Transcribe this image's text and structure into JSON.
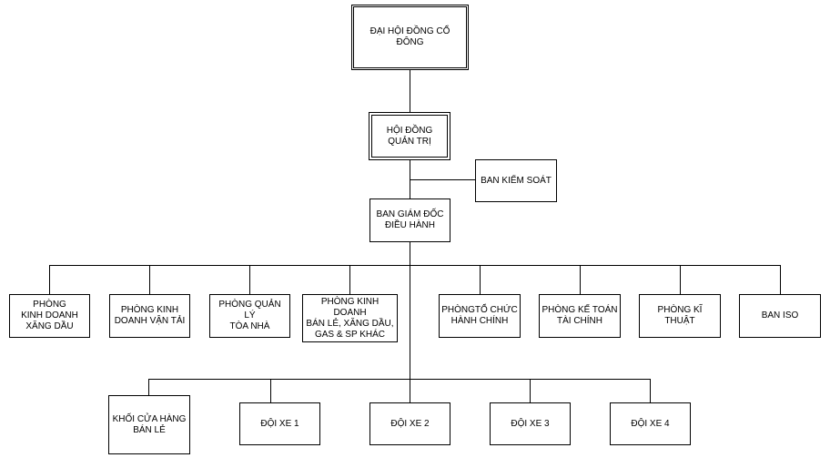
{
  "colors": {
    "line": "#000000",
    "box_border": "#000000",
    "background": "#ffffff"
  },
  "org": {
    "shareholders": "ĐẠI HỘI ĐỒNG CỔ ĐÔNG",
    "board": "HỘI ĐỒNG\nQUẢN TRỊ",
    "supervisory": "BAN KIỂM SOÁT",
    "executive": "BAN GIÁM ĐỐC\nĐIỀU HÀNH",
    "departments": [
      "PHÒNG\nKINH DOANH\nXĂNG DẦU",
      "PHÒNG KINH\nDOANH VẬN TẢI",
      "PHÒNG QUẢN LÝ\nTÒA NHÀ",
      "PHÒNG KINH DOANH\nBÁN LẺ, XĂNG DẦU,\nGAS & SP KHÁC",
      "PHÒNGTỔ CHỨC\nHÀNH CHÍNH",
      "PHÒNG KẾ TOÁN\nTÀI CHÍNH",
      "PHÒNG KĨ THUẬT",
      "BAN ISO"
    ],
    "units": [
      "KHỐI CỬA HÀNG\nBÁN LẺ",
      "ĐỘI XE 1",
      "ĐỘI XE 2",
      "ĐỘI XE 3",
      "ĐỘI XE 4"
    ]
  }
}
